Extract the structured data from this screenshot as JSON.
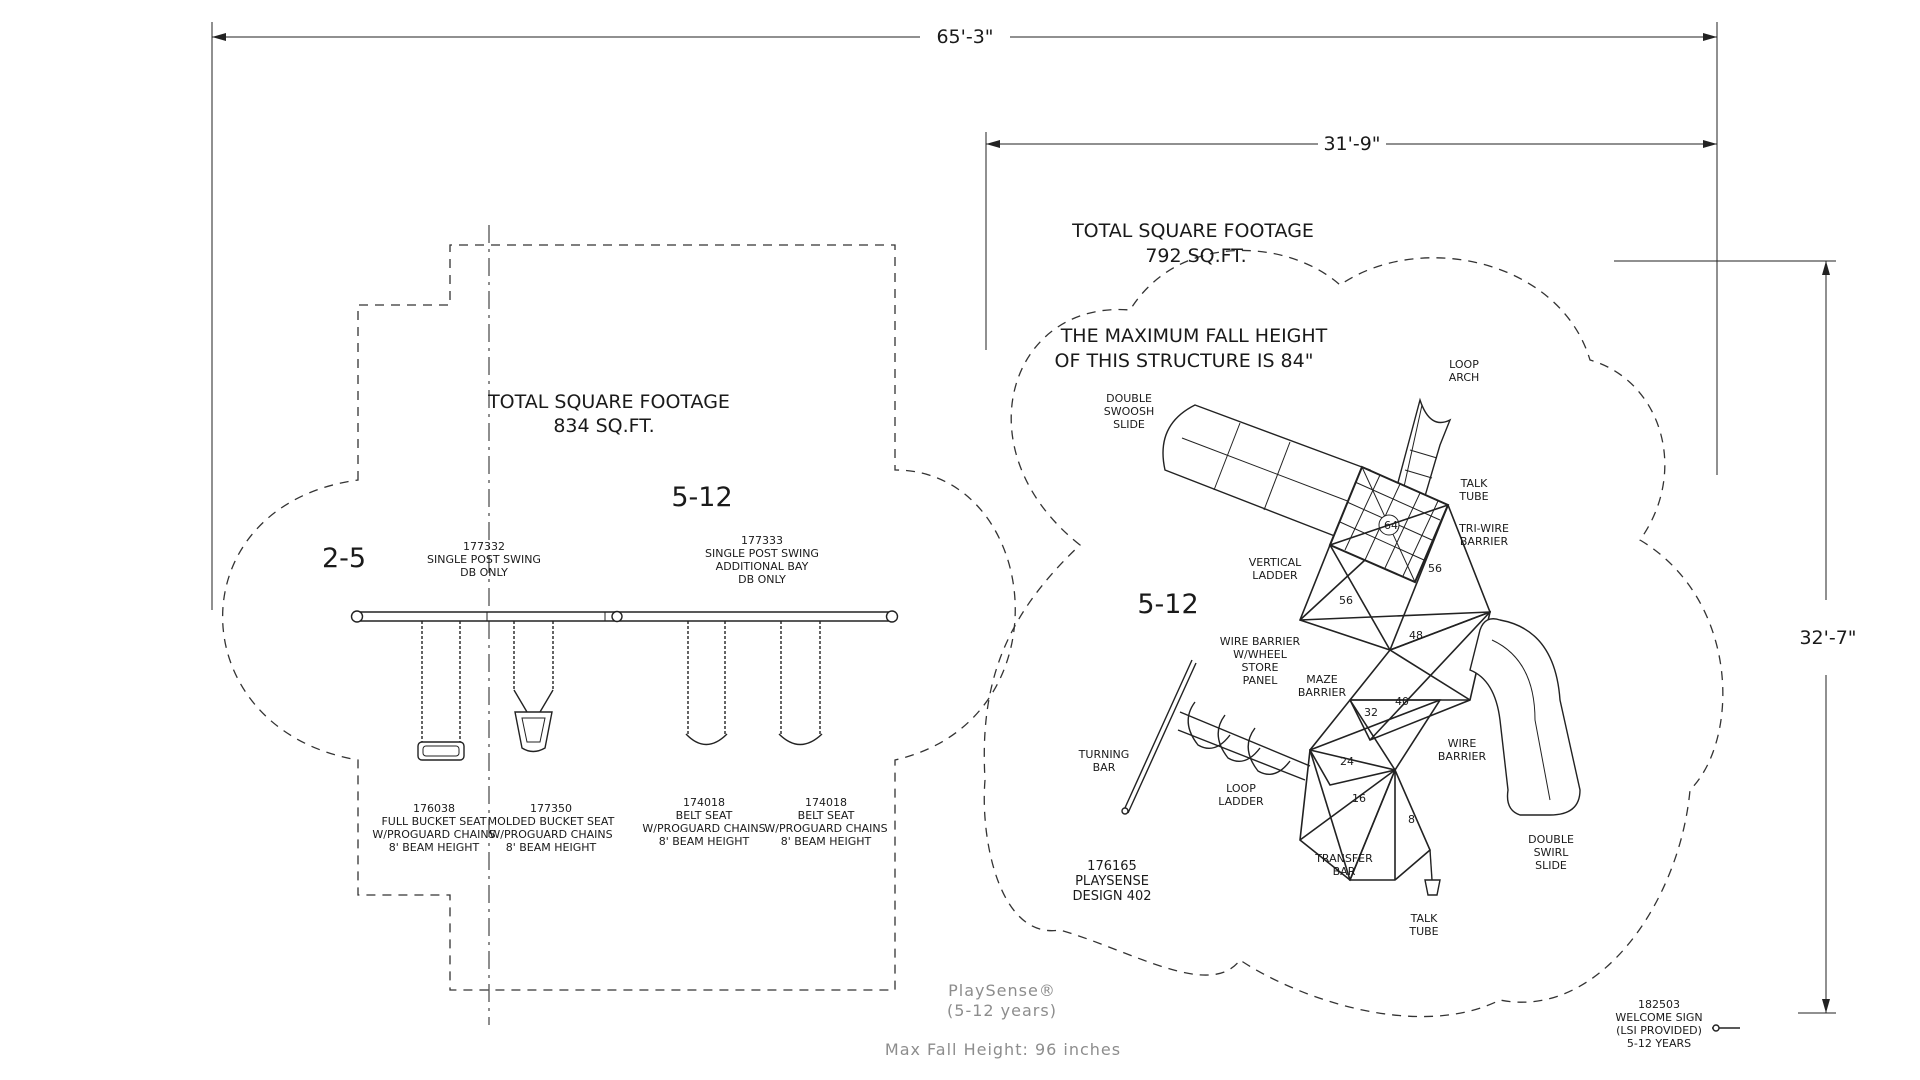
{
  "dimensions": {
    "overall_width": "65'-3\"",
    "right_width": "31'-9\"",
    "right_height": "32'-7\""
  },
  "swing_area": {
    "total_label": "TOTAL SQUARE FOOTAGE",
    "total_value": "834 SQ.FT.",
    "age_left": "2-5",
    "age_right": "5-12",
    "swing_a": [
      "177332",
      "SINGLE POST SWING",
      "DB ONLY"
    ],
    "swing_b": [
      "177333",
      "SINGLE POST SWING",
      "ADDITIONAL BAY",
      "DB ONLY"
    ],
    "seats": [
      [
        "176038",
        "FULL BUCKET SEAT",
        "W/PROGUARD CHAINS",
        "8' BEAM HEIGHT"
      ],
      [
        "177350",
        "MOLDED BUCKET SEAT",
        "W/PROGUARD CHAINS",
        "8' BEAM HEIGHT"
      ],
      [
        "174018",
        "BELT SEAT",
        "W/PROGUARD CHAINS",
        "8' BEAM HEIGHT"
      ],
      [
        "174018",
        "BELT SEAT",
        "W/PROGUARD CHAINS",
        "8' BEAM HEIGHT"
      ]
    ]
  },
  "structure_area": {
    "total_label": "TOTAL SQUARE FOOTAGE",
    "total_value": "792 SQ.FT.",
    "fall_line1": "THE MAXIMUM FALL HEIGHT",
    "fall_line2": "OF THIS STRUCTURE IS 84\"",
    "age": "5-12",
    "design": [
      "176165",
      "PLAYSENSE",
      "DESIGN 402"
    ],
    "labels": {
      "double_swoosh": [
        "DOUBLE",
        "SWOOSH",
        "SLIDE"
      ],
      "loop_arch": [
        "LOOP",
        "ARCH"
      ],
      "talk_tube_top": [
        "TALK",
        "TUBE"
      ],
      "tri_wire": [
        "TRI-WIRE",
        "BARRIER"
      ],
      "vertical_ladder": [
        "VERTICAL",
        "LADDER"
      ],
      "wire_barrier_wheel": [
        "WIRE BARRIER",
        "W/WHEEL",
        "STORE",
        "PANEL"
      ],
      "maze_barrier": [
        "MAZE",
        "BARRIER"
      ],
      "wire_barrier": [
        "WIRE",
        "BARRIER"
      ],
      "turning_bar": [
        "TURNING",
        "BAR"
      ],
      "loop_ladder": [
        "LOOP",
        "LADDER"
      ],
      "transfer_bar": [
        "TRANSFER",
        "BAR"
      ],
      "talk_tube_bottom": [
        "TALK",
        "TUBE"
      ],
      "double_swirl": [
        "DOUBLE",
        "SWIRL",
        "SLIDE"
      ]
    },
    "deck_heights": [
      "64",
      "56",
      "56",
      "48",
      "40",
      "32",
      "24",
      "16",
      "8"
    ]
  },
  "sign": [
    "182503",
    "WELCOME SIGN",
    "(LSI PROVIDED)",
    "5-12 YEARS"
  ],
  "footer": {
    "brand": "PlaySense®",
    "ages": "(5-12 years)",
    "max_fall": "Max Fall Height: 96 inches"
  }
}
